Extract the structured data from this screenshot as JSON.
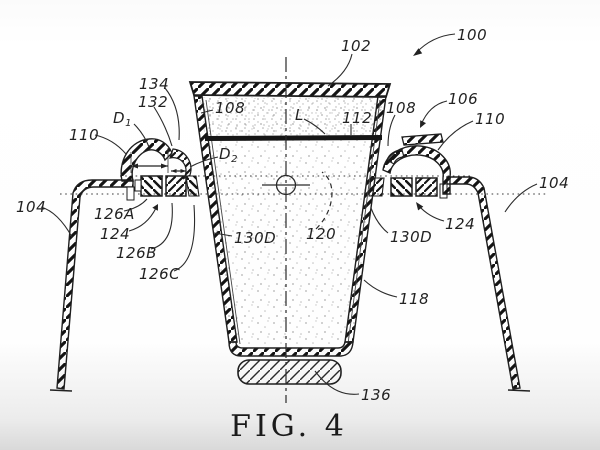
{
  "figure": {
    "caption": "FIG. 4"
  },
  "labels": {
    "ref_100": "100",
    "ref_102": "102",
    "ref_104_left": "104",
    "ref_104_right": "104",
    "ref_106": "106",
    "ref_108_left": "108",
    "ref_108_right": "108",
    "ref_110_left": "110",
    "ref_110_right": "110",
    "ref_112": "112",
    "ref_118": "118",
    "ref_120": "120",
    "ref_124_left": "124",
    "ref_124_right": "124",
    "ref_126A": "126A",
    "ref_126B": "126B",
    "ref_126C": "126C",
    "ref_130D_left": "130D",
    "ref_130D_right": "130D",
    "ref_132": "132",
    "ref_134": "134",
    "ref_136": "136",
    "dim_d1_base": "D",
    "dim_d1_sub": "1",
    "dim_d2_base": "D",
    "dim_d2_sub": "2",
    "ref_L": "L"
  }
}
